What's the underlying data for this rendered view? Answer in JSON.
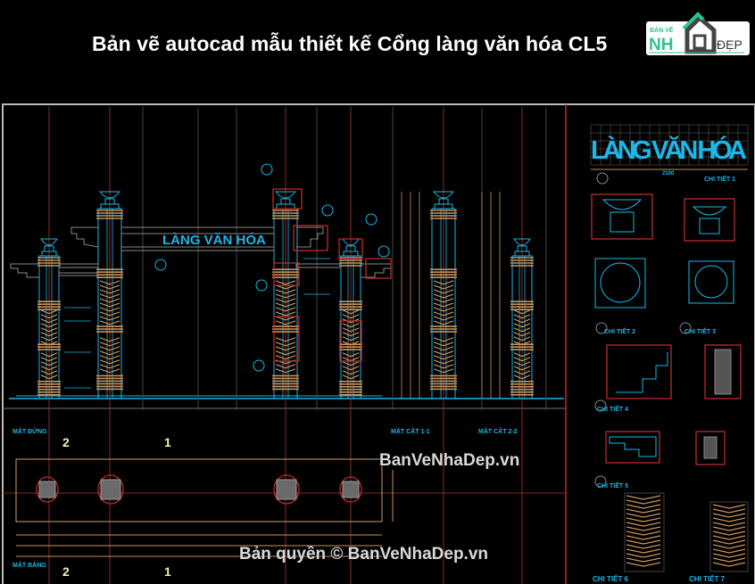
{
  "title": "Bản vẽ autocad mẫu thiết kế Cổng làng văn hóa CL5",
  "logo": {
    "top_text": "BẢN VẼ",
    "left_text": "NH",
    "right_text": "ĐẸP"
  },
  "watermarks": {
    "site": "BanVeNhaDep.vn",
    "copyright": "Bản quyền © BanVeNhaDep.vn"
  },
  "drawing": {
    "gate_sign": "LÀNG VĂN HÓA",
    "sign_detail": "LÀNG VĂN HÓA",
    "sign_width": "2100",
    "views": {
      "elevation": "MẶT ĐỨNG",
      "section_1": "MẶT CẮT 1-1",
      "section_2": "MẶT CẮT 2-2",
      "plan": "MẶT BẰNG"
    },
    "section_marks": [
      "2",
      "1"
    ],
    "details": [
      "CHI TIẾT 1",
      "CHI TIẾT 2",
      "CHI TIẾT 3",
      "CHI TIẾT 4",
      "CHI TIẾT 5",
      "CHI TIẾT 6",
      "CHI TIẾT 7"
    ]
  },
  "colors": {
    "background": "#000000",
    "cad_cyan": "#19b8e8",
    "cad_orange": "#c8925a",
    "cad_red": "#c0282c",
    "logo_green": "#2ec38e"
  }
}
